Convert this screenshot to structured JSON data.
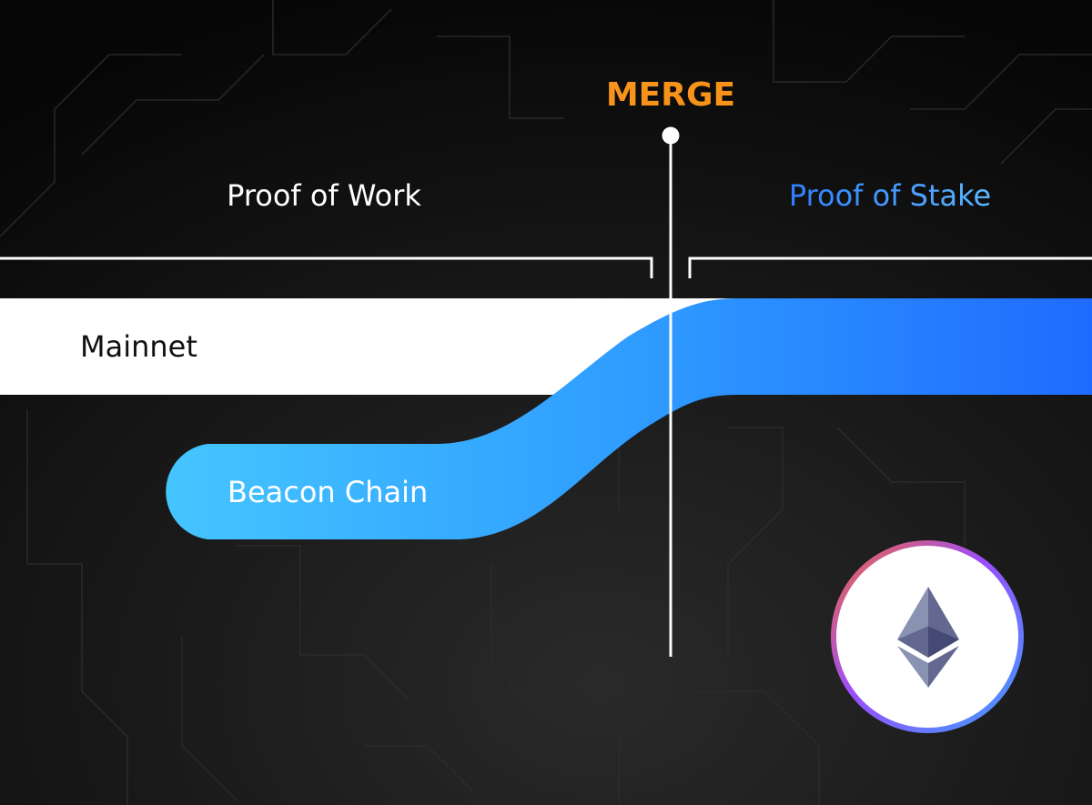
{
  "merge": {
    "label": "MERGE",
    "color": "#f7931a"
  },
  "eras": {
    "left_label": "Proof of Work",
    "right_label": "Proof of Stake",
    "right_color_start": "#2f7fff",
    "right_color_end": "#5ab6ff"
  },
  "chains": {
    "mainnet_label": "Mainnet",
    "beacon_label": "Beacon Chain",
    "beacon_gradient": [
      "#45c6ff",
      "#2f9dff",
      "#1f6bff"
    ]
  },
  "logo": {
    "icon": "ethereum-icon",
    "ring_colors": [
      "#f2683a",
      "#9b4dff",
      "#3aa0ff"
    ]
  }
}
